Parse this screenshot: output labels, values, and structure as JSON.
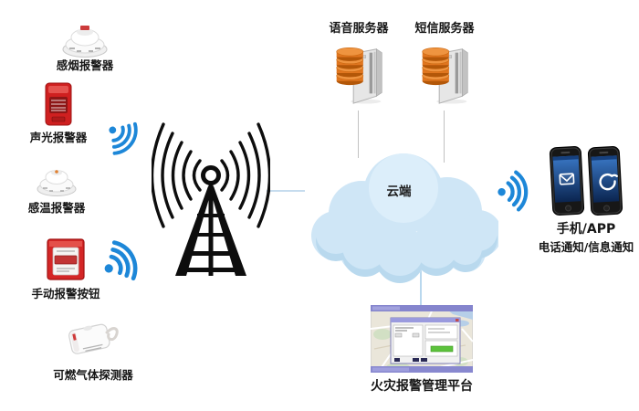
{
  "diagram_title": "fire-alarm-iot-architecture",
  "sensors": [
    {
      "label": "感烟报警器",
      "icon": "smoke-detector-icon"
    },
    {
      "label": "声光报警器",
      "icon": "sound-light-alarm-icon"
    },
    {
      "label": "感温报警器",
      "icon": "heat-detector-icon"
    },
    {
      "label": "手动报警按钮",
      "icon": "manual-call-point-icon"
    },
    {
      "label": "可燃气体探测器",
      "icon": "combustible-gas-detector-icon"
    }
  ],
  "tower": {
    "icon": "radio-tower-icon"
  },
  "wireless_icons": [
    "wifi-signal-icon",
    "wifi-signal-icon",
    "wifi-signal-icon"
  ],
  "servers": [
    {
      "label": "语音服务器",
      "icon": "voice-server-icon"
    },
    {
      "label": "短信服务器",
      "icon": "sms-server-icon"
    }
  ],
  "cloud": {
    "label": "云端"
  },
  "phones": {
    "line1": "手机/APP",
    "line2": "电话通知/信息通知",
    "icons": [
      "message-phone-icon",
      "call-phone-icon"
    ]
  },
  "platform": {
    "label": "火灾报警管理平台",
    "icon": "management-platform-screenshot"
  },
  "colors": {
    "signal_blue": "#1d87d8",
    "cloud_fill": "#cfe6f6",
    "cloud_shade": "#b9d9ee",
    "server_orange": "#e0761f",
    "alarm_red": "#cc2222",
    "tower_black": "#0d0d0d",
    "connector_gray": "#c2c2c2",
    "connector_blue": "#b9d8ee"
  }
}
